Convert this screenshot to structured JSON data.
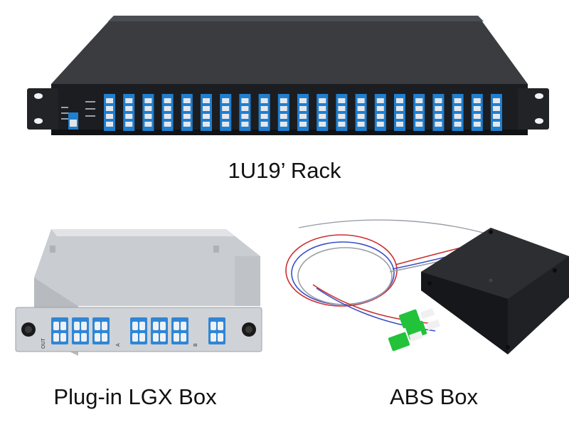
{
  "products": {
    "rack": {
      "caption": "1U19’ Rack",
      "port_count": 21,
      "port_color": "#1f7fd0",
      "chassis_color": "#2b2d30"
    },
    "lgx": {
      "caption": "Plug-in LGX Box",
      "faceplate_labels": [
        "OUT",
        "A",
        "B"
      ],
      "port_color": "#2f86d6",
      "body_color": "#d6d8db"
    },
    "abs": {
      "caption": "ABS Box",
      "connector_color": "#22c23b",
      "fiber_colors": [
        "#cc2f2f",
        "#3b4fc8",
        "#9aa0a8"
      ],
      "body_color": "#1f2124"
    }
  }
}
